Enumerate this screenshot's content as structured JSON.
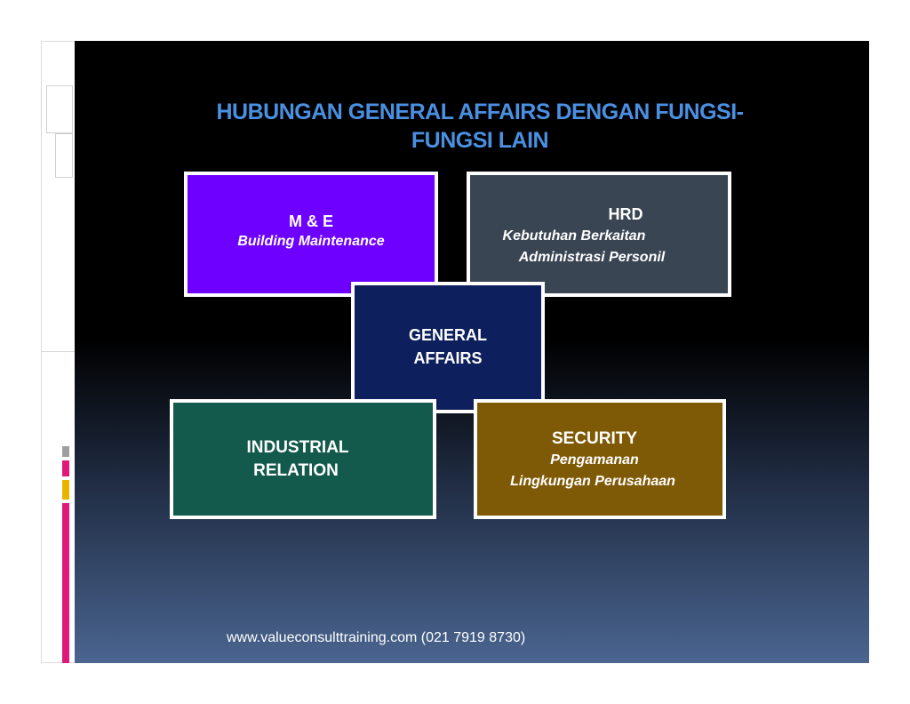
{
  "slide": {
    "title_line1": "HUBUNGAN GENERAL AFFAIRS DENGAN  FUNGSI-",
    "title_line2": "FUNGSI LAIN",
    "boxes": {
      "me": {
        "heading": "M & E",
        "sub1": "Building Maintenance",
        "color": "#6d00ff"
      },
      "hrd": {
        "heading": "HRD",
        "sub1": "Kebutuhan Berkaitan",
        "sub2": "Administrasi Personil",
        "color": "#3a4553"
      },
      "ga": {
        "line1": "GENERAL",
        "line2": "AFFAIRS",
        "color": "#0d1f5c"
      },
      "ir": {
        "line1": "INDUSTRIAL",
        "line2": "RELATION",
        "color": "#135a4d"
      },
      "sec": {
        "heading": "SECURITY",
        "sub1": "Pengamanan",
        "sub2": "Lingkungan Perusahaan",
        "color": "#7f5a06"
      }
    },
    "footer": "www.valueconsulttraining.com (021 7919 8730)",
    "title_color": "#4a90e2"
  }
}
